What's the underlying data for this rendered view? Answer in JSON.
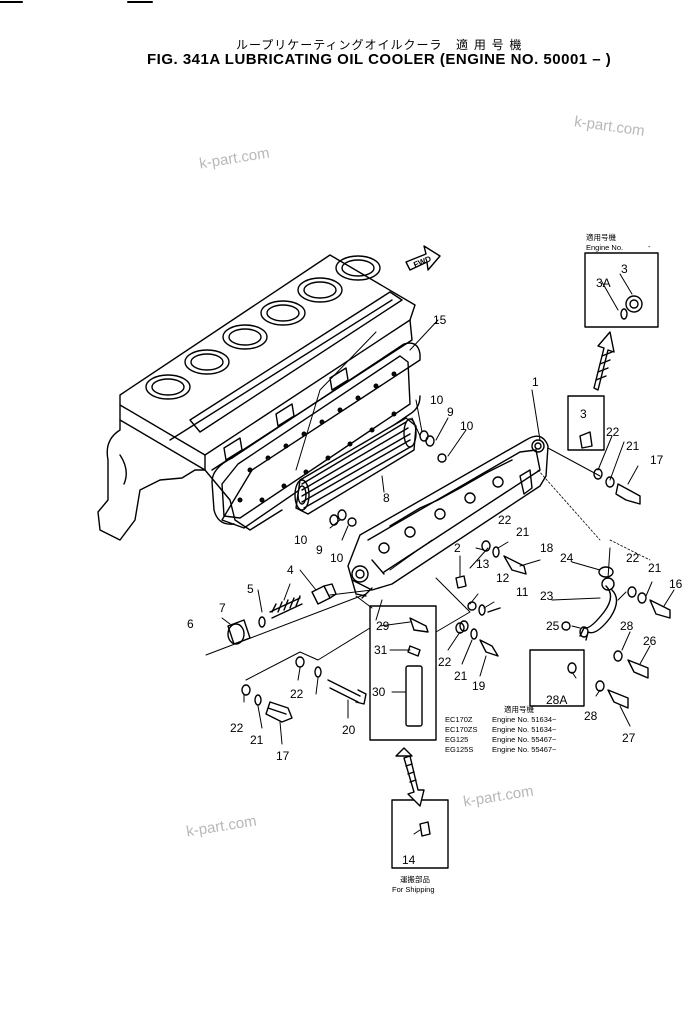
{
  "header": {
    "title_jp": "ループリケーティングオイルクーラ",
    "applicable_jp": "適 用 号 機",
    "title_en": "FIG. 341A  LUBRICATING OIL COOLER (ENGINE NO. 50001 – )"
  },
  "watermarks": [
    "k-part.com",
    "k-part.com",
    "k-part.com",
    "k-part.com"
  ],
  "labels": {
    "fwd": "FWD",
    "applicable_jp": "適用号機",
    "engine_no": "Engine  No.",
    "shipping_jp": "運搬部品",
    "for_shipping": "For  Shipping"
  },
  "engine_table": [
    {
      "model": "EC170Z",
      "engine": "Engine  No.  51634~"
    },
    {
      "model": "EC170ZS",
      "engine": "Engine  No.  51634~"
    },
    {
      "model": "EG125",
      "engine": "Engine  No.  55467~"
    },
    {
      "model": "EG125S",
      "engine": "Engine  No.  55467~"
    }
  ],
  "callouts": [
    "1",
    "2",
    "3",
    "3A",
    "3",
    "4",
    "5",
    "6",
    "7",
    "8",
    "9",
    "9",
    "10",
    "10",
    "10",
    "10",
    "11",
    "12",
    "13",
    "14",
    "15",
    "16",
    "17",
    "17",
    "18",
    "19",
    "20",
    "21",
    "21",
    "21",
    "21",
    "21",
    "22",
    "22",
    "22",
    "22",
    "22",
    "22",
    "23",
    "24",
    "25",
    "26",
    "27",
    "28",
    "28",
    "28A",
    "29",
    "30",
    "31"
  ]
}
